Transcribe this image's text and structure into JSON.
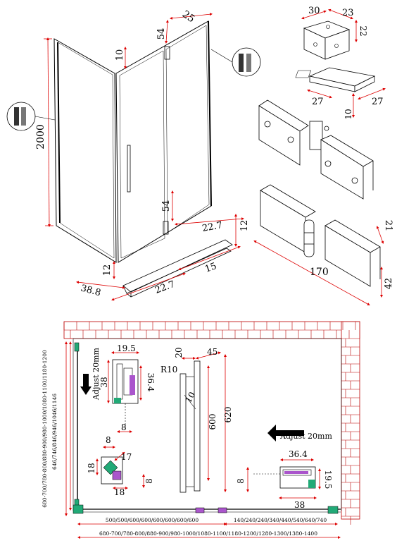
{
  "top_dimensions": {
    "height_2000": "2000",
    "top_25": "25",
    "top_54": "54",
    "top_10": "10",
    "side_54": "54",
    "bottom_22_7_a": "22.7",
    "bottom_12_right": "12",
    "bottom_15": "15",
    "bottom_12_left": "12",
    "bottom_38_8": "38.8",
    "bottom_22_7_b": "22.7"
  },
  "bracket_block": {
    "w30": "30",
    "w23": "23",
    "h22": "22"
  },
  "bracket_plate": {
    "d27a": "27",
    "d27b": "27",
    "d10": "10"
  },
  "hinge_detail": {
    "d21": "21",
    "d42": "42",
    "d170": "170"
  },
  "plan": {
    "left_labels": {
      "outer": "680-700/780-800/880-900/980-1000/1080-1100/1180-1200",
      "inner": "646/746/846/946/1046/1146"
    },
    "bottom_labels": {
      "a": "500/500/600/600/600/600/600/600",
      "b": "140/240/240/340/440/540/640/740",
      "c": "680-700/780-800/880-900/980-1000/1080-1100/1180-1200/1280-1300/1380-1400"
    },
    "profile_left": {
      "w19_5": "19.5",
      "h38": "38",
      "h36_4": "36.4",
      "w8": "8",
      "adjust": "Adjust 20mm"
    },
    "corner": {
      "d8": "8",
      "d18a": "18",
      "d17": "17",
      "d18b": "18",
      "d8b": "8"
    },
    "handle": {
      "r10": "R10",
      "d20": "20",
      "d45": "45",
      "d10": "10",
      "d600": "600",
      "d620": "620"
    },
    "profile_right": {
      "adjust": "Adjust 20mm",
      "w36_4": "36.4",
      "h8": "8",
      "h19_5": "19.5",
      "w38": "38"
    }
  },
  "colors": {
    "dimension": "#dd0000",
    "brick": "#bb0000"
  }
}
